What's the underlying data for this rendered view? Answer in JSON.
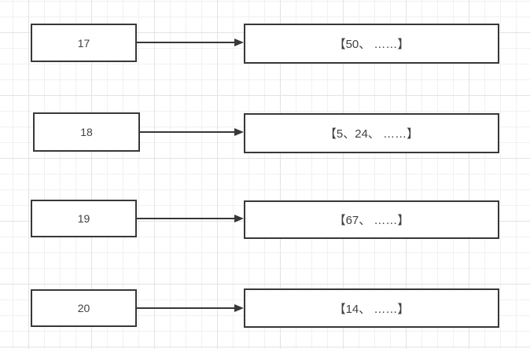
{
  "canvas": {
    "background_color": "#ffffff",
    "grid_minor_color": "#f1f1f1",
    "grid_major_color": "#e3e3e3"
  },
  "style": {
    "node_stroke_color": "#383838",
    "node_fill_color": "#ffffff",
    "text_color": "#404040",
    "connector_color": "#383838"
  },
  "diagram": {
    "rows": [
      {
        "source": "17",
        "target": "【50、 ……】"
      },
      {
        "source": "18",
        "target": "【5、24、 ……】"
      },
      {
        "source": "19",
        "target": "【67、 ……】"
      },
      {
        "source": "20",
        "target": "【14、 ……】"
      }
    ]
  }
}
